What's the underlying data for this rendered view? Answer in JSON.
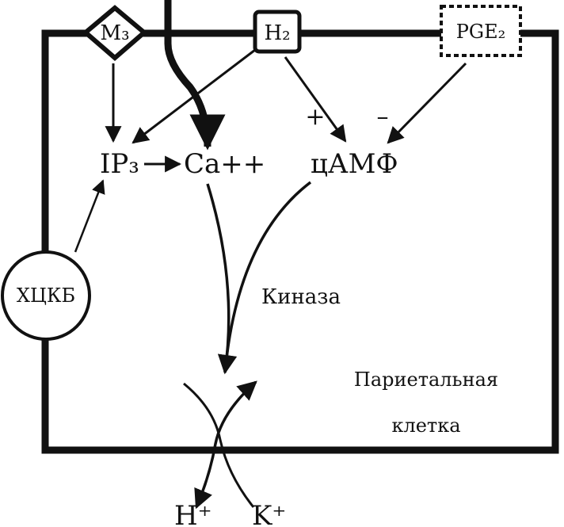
{
  "diagram": {
    "receptors": {
      "m": "M₃",
      "h": "H₂",
      "pg": "PGE₂"
    },
    "messengers": {
      "ip": "IP₃",
      "ca": "Ca++",
      "camp": "цАМФ"
    },
    "signs": {
      "plus": "+",
      "minus": "–"
    },
    "cell_label_line1": "Париетальная",
    "cell_label_line2": "клетка",
    "kinase": "Киназа",
    "ccki": "ХЦКБ",
    "ions": {
      "hplus": "H⁺",
      "kplus": "K⁺"
    },
    "colors": {
      "stroke": "#111111",
      "background": "#ffffff"
    }
  }
}
